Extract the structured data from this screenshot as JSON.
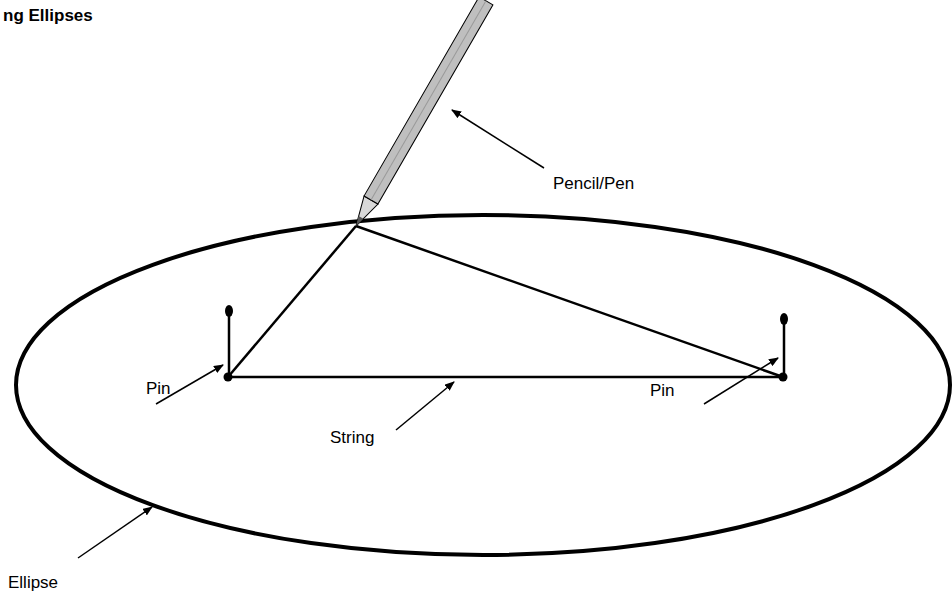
{
  "diagram": {
    "title": "ng Ellipses",
    "labels": [
      "Pencil/Pen",
      "Pin",
      "String",
      "Pin",
      "Ellipse"
    ]
  }
}
